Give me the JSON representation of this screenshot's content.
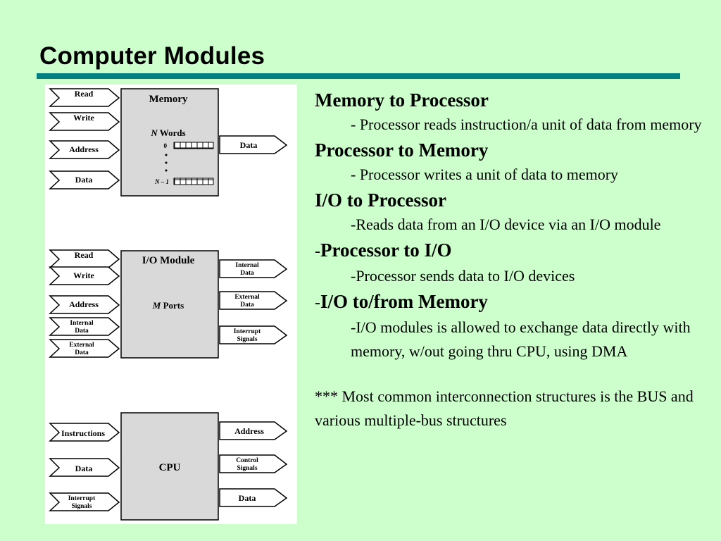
{
  "slide": {
    "title": "Computer Modules"
  },
  "diagram": {
    "memory": {
      "inputs": [
        "Read",
        "Write",
        "Address",
        "Data"
      ],
      "title": "Memory",
      "words_var": "N",
      "words_label": " Words",
      "index_first": "0",
      "index_last": "N – 1",
      "output": "Data"
    },
    "io": {
      "inputs": [
        "Read",
        "Write",
        "Address",
        "Internal Data",
        "External Data"
      ],
      "title": "I/O Module",
      "ports_var": "M",
      "ports_label": " Ports",
      "outputs": [
        "Internal Data",
        "External Data",
        "Interrupt Signals"
      ]
    },
    "cpu": {
      "inputs": [
        "Instructions",
        "Data",
        "Interrupt Signals"
      ],
      "title": "CPU",
      "outputs": [
        "Address",
        "Control Signals",
        "Data"
      ]
    }
  },
  "content": {
    "sections": [
      {
        "prefix": "",
        "heading": "Memory to Processor",
        "detail": "- Processor reads instruction/a unit of data from memory"
      },
      {
        "prefix": "",
        "heading": "Processor to Memory",
        "detail": "- Processor writes a unit of data to memory"
      },
      {
        "prefix": "",
        "heading": "I/O to Processor",
        "detail": "-Reads data from an I/O device via an I/O module"
      },
      {
        "prefix": "-",
        "heading": "Processor  to I/O",
        "detail": "-Processor sends data to I/O devices"
      },
      {
        "prefix": "-",
        "heading": "I/O to/from Memory",
        "detail": "-I/O modules is allowed to exchange data directly with memory, w/out going thru CPU, using DMA"
      }
    ],
    "note_stars": "***",
    "note_text": " Most common interconnection structures is the BUS and various multiple-bus structures"
  }
}
